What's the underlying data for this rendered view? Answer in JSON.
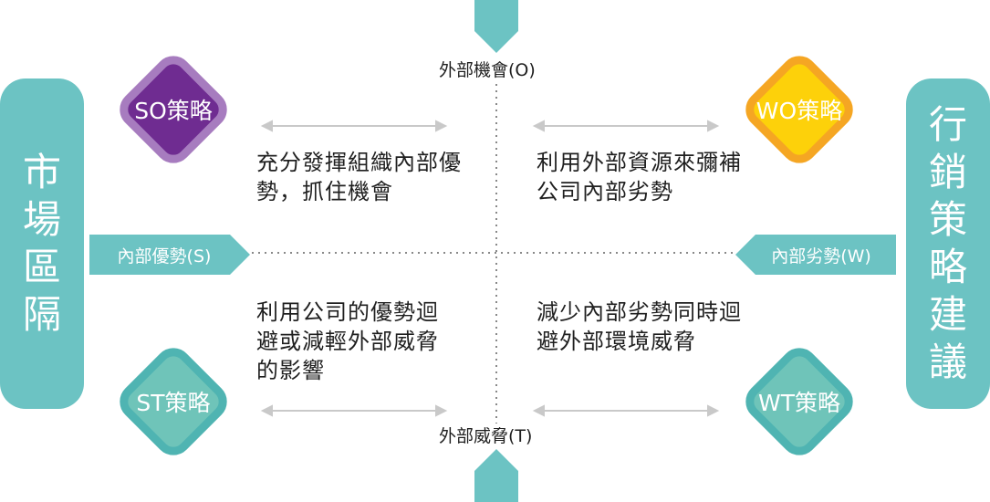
{
  "left_panel": {
    "label": "市場區隔"
  },
  "right_panel": {
    "label": "行銷策略建議"
  },
  "axis": {
    "top": "外部機會(O)",
    "bottom": "外部威脅(T)",
    "left": "內部優勢(S)",
    "right": "內部劣勢(W)"
  },
  "quadrants": {
    "so": {
      "label": "SO策略",
      "text": "充分發揮組織內部優勢，抓住機會"
    },
    "wo": {
      "label": "WO策略",
      "text": "利用外部資源來彌補公司內部劣勢"
    },
    "st": {
      "label": "ST策略",
      "text": "利用公司的優勢迴避或減輕外部威脅的影響"
    },
    "wt": {
      "label": "WT策略",
      "text": "減少內部劣勢同時迴避外部環境威脅"
    }
  },
  "colors": {
    "teal": "#6cc3c3",
    "teal_dark": "#58b3ae",
    "so_fill": "#6f2c91",
    "so_border": "#a77cbf",
    "wo_fill": "#fdd10a",
    "wo_border": "#f5a623",
    "st_fill": "#6fc4b9",
    "st_border": "#4fb4b2",
    "wt_fill": "#6fc4b9",
    "wt_border": "#4fb4b2",
    "guide": "#c9c9c9"
  }
}
